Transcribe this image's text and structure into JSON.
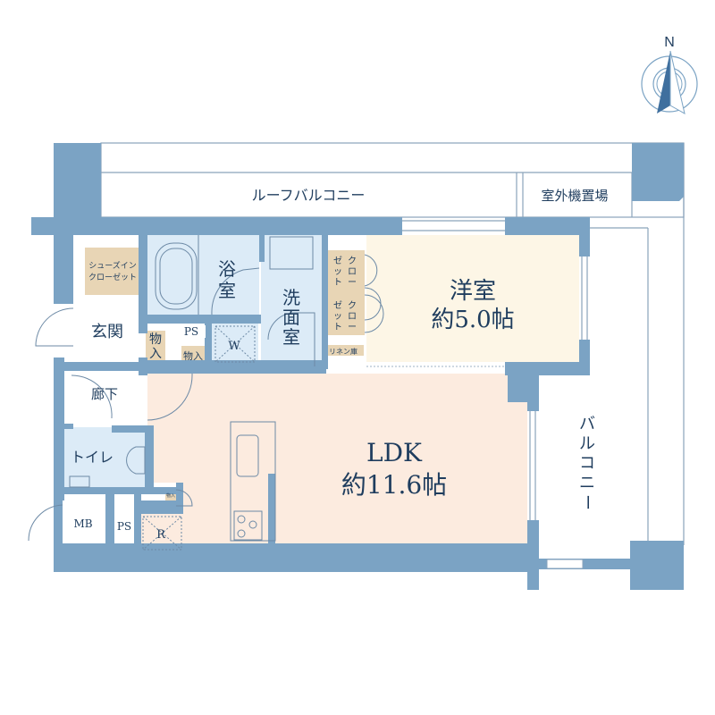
{
  "compass": {
    "label": "N"
  },
  "colors": {
    "wall": "#7ba3c4",
    "text": "#1f3d5e",
    "western_room": "#fdf6e6",
    "ldk": "#fcebdf",
    "wet_area": "#dcebf7",
    "storage": "#e8d5b5"
  },
  "rooms": {
    "roof_balcony": "ルーフバルコニー",
    "outdoor_unit": "室外機置場",
    "shoe_closet_1": "シューズイン",
    "shoe_closet_2": "クローゼット",
    "bath": [
      "浴",
      "室"
    ],
    "washroom": [
      "洗",
      "面",
      "室"
    ],
    "closet_a": [
      "ゼ",
      "ッ",
      "ト"
    ],
    "closet_b": [
      "ク",
      "ロ",
      "ー"
    ],
    "linen": "リネン庫",
    "western_room": "洋室",
    "western_size": "約5.0帖",
    "entrance": "玄関",
    "storage": [
      "物",
      "入"
    ],
    "storage2": "物入",
    "ps": "PS",
    "washer": "W",
    "hallway": "廊下",
    "toilet": "トイレ",
    "mb": "MB",
    "ps2": "PS",
    "fridge": "R",
    "small_storage": "物入",
    "ldk": "LDK",
    "ldk_size": "約11.6帖",
    "balcony": [
      "バ",
      "ル",
      "コ",
      "ニ",
      "ー"
    ]
  }
}
